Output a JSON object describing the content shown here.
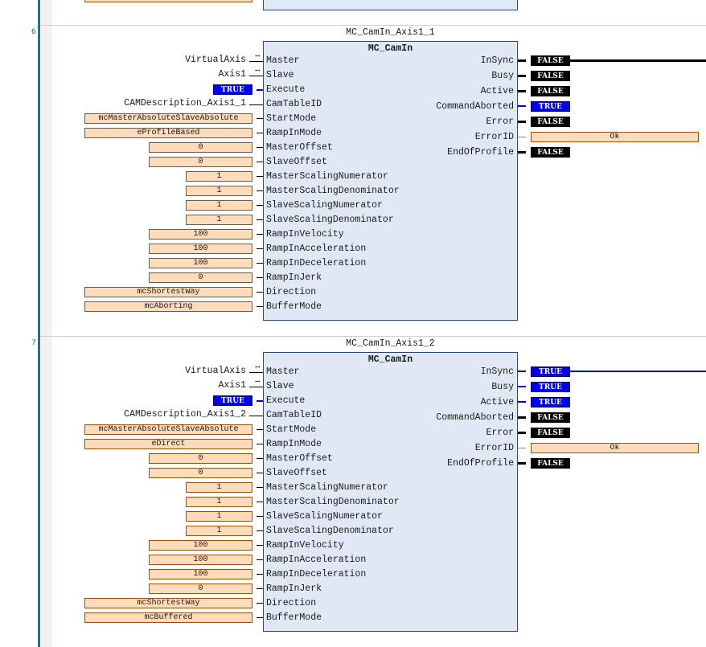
{
  "colors": {
    "true_bg": "#0000ee",
    "false_bg": "#000000",
    "value_box_bg": "#fddcbc",
    "value_box_border": "#9a4f10",
    "block_bg": "#e1e8f5",
    "block_border": "#2a4a78",
    "rung_line": "#0b8080"
  },
  "rungs": [
    {
      "number": "6",
      "instance_name": "MC_CamIn_Axis1_1",
      "block_type": "MC_CamIn",
      "inputs": [
        {
          "pin": "Master",
          "value": "VirtualAxis",
          "kind": "ref"
        },
        {
          "pin": "Slave",
          "value": "Axis1",
          "kind": "ref"
        },
        {
          "pin": "Execute",
          "value": "TRUE",
          "kind": "bool"
        },
        {
          "pin": "CamTableID",
          "value": "CAMDescription_Axis1_1",
          "kind": "var"
        },
        {
          "pin": "StartMode",
          "value": "mcMasterAbsoluteSlaveAbsolute",
          "kind": "wide"
        },
        {
          "pin": "RampInMode",
          "value": "eProfileBased",
          "kind": "wide"
        },
        {
          "pin": "MasterOffset",
          "value": "0",
          "kind": "mid"
        },
        {
          "pin": "SlaveOffset",
          "value": "0",
          "kind": "mid"
        },
        {
          "pin": "MasterScalingNumerator",
          "value": "1",
          "kind": "short"
        },
        {
          "pin": "MasterScalingDenominator",
          "value": "1",
          "kind": "short"
        },
        {
          "pin": "SlaveScalingNumerator",
          "value": "1",
          "kind": "short"
        },
        {
          "pin": "SlaveScalingDenominator",
          "value": "1",
          "kind": "short"
        },
        {
          "pin": "RampInVelocity",
          "value": "100",
          "kind": "mid"
        },
        {
          "pin": "RampInAcceleration",
          "value": "100",
          "kind": "mid"
        },
        {
          "pin": "RampInDeceleration",
          "value": "100",
          "kind": "mid"
        },
        {
          "pin": "RampInJerk",
          "value": "0",
          "kind": "mid"
        },
        {
          "pin": "Direction",
          "value": "mcShortestWay",
          "kind": "wide"
        },
        {
          "pin": "BufferMode",
          "value": "mcAborting",
          "kind": "wide"
        }
      ],
      "outputs": [
        {
          "pin": "InSync",
          "value": "FALSE",
          "kind": "bool"
        },
        {
          "pin": "Busy",
          "value": "FALSE",
          "kind": "bool"
        },
        {
          "pin": "Active",
          "value": "FALSE",
          "kind": "bool"
        },
        {
          "pin": "CommandAborted",
          "value": "TRUE",
          "kind": "bool"
        },
        {
          "pin": "Error",
          "value": "FALSE",
          "kind": "bool"
        },
        {
          "pin": "ErrorID",
          "value": "Ok",
          "kind": "wide"
        },
        {
          "pin": "EndOfProfile",
          "value": "FALSE",
          "kind": "bool"
        }
      ]
    },
    {
      "number": "7",
      "instance_name": "MC_CamIn_Axis1_2",
      "block_type": "MC_CamIn",
      "inputs": [
        {
          "pin": "Master",
          "value": "VirtualAxis",
          "kind": "ref"
        },
        {
          "pin": "Slave",
          "value": "Axis1",
          "kind": "ref"
        },
        {
          "pin": "Execute",
          "value": "TRUE",
          "kind": "bool"
        },
        {
          "pin": "CamTableID",
          "value": "CAMDescription_Axis1_2",
          "kind": "var"
        },
        {
          "pin": "StartMode",
          "value": "mcMasterAbsoluteSlaveAbsolute",
          "kind": "wide"
        },
        {
          "pin": "RampInMode",
          "value": "eDirect",
          "kind": "wide"
        },
        {
          "pin": "MasterOffset",
          "value": "0",
          "kind": "mid"
        },
        {
          "pin": "SlaveOffset",
          "value": "0",
          "kind": "mid"
        },
        {
          "pin": "MasterScalingNumerator",
          "value": "1",
          "kind": "short"
        },
        {
          "pin": "MasterScalingDenominator",
          "value": "1",
          "kind": "short"
        },
        {
          "pin": "SlaveScalingNumerator",
          "value": "1",
          "kind": "short"
        },
        {
          "pin": "SlaveScalingDenominator",
          "value": "1",
          "kind": "short"
        },
        {
          "pin": "RampInVelocity",
          "value": "100",
          "kind": "mid"
        },
        {
          "pin": "RampInAcceleration",
          "value": "100",
          "kind": "mid"
        },
        {
          "pin": "RampInDeceleration",
          "value": "100",
          "kind": "mid"
        },
        {
          "pin": "RampInJerk",
          "value": "0",
          "kind": "mid"
        },
        {
          "pin": "Direction",
          "value": "mcShortestWay",
          "kind": "wide"
        },
        {
          "pin": "BufferMode",
          "value": "mcBuffered",
          "kind": "wide"
        }
      ],
      "outputs": [
        {
          "pin": "InSync",
          "value": "TRUE",
          "kind": "bool"
        },
        {
          "pin": "Busy",
          "value": "TRUE",
          "kind": "bool"
        },
        {
          "pin": "Active",
          "value": "TRUE",
          "kind": "bool"
        },
        {
          "pin": "CommandAborted",
          "value": "FALSE",
          "kind": "bool"
        },
        {
          "pin": "Error",
          "value": "FALSE",
          "kind": "bool"
        },
        {
          "pin": "ErrorID",
          "value": "Ok",
          "kind": "wide"
        },
        {
          "pin": "EndOfProfile",
          "value": "FALSE",
          "kind": "bool"
        }
      ]
    }
  ]
}
